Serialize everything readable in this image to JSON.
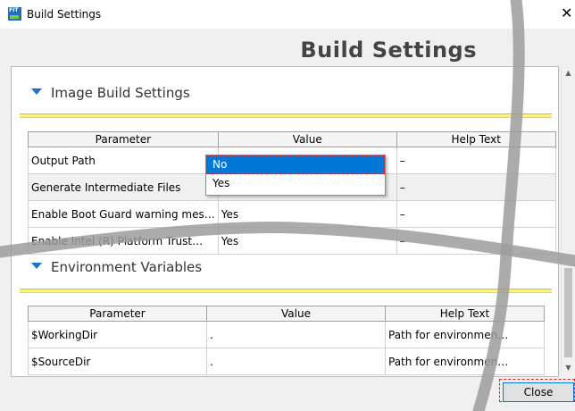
{
  "window": {
    "title": "Build Settings",
    "icon_name": "app-logo-icon",
    "close_glyph": "✕"
  },
  "heading": "Build Settings",
  "image_build": {
    "header": "Image Build Settings",
    "columns": [
      "Parameter",
      "Value",
      "Help Text"
    ],
    "rows": [
      {
        "parameter": "Output Path",
        "value": "",
        "help": "–"
      },
      {
        "parameter": "Generate Intermediate Files",
        "value": "",
        "help": "–"
      },
      {
        "parameter": "Enable Boot Guard warning mes…",
        "value": "Yes",
        "help": "–"
      },
      {
        "parameter": "Enable Intel (R) Platform Trust…",
        "value": "Yes",
        "help": "–"
      }
    ],
    "dropdown_options": [
      "No",
      "Yes"
    ],
    "dropdown_selected": "No"
  },
  "env_vars": {
    "header": "Environment Variables",
    "columns": [
      "Parameter",
      "Value",
      "Help Text"
    ],
    "rows": [
      {
        "parameter": "$WorkingDir",
        "value": ".",
        "help": "Path for environmen…"
      },
      {
        "parameter": "$SourceDir",
        "value": ".",
        "help": "Path for environmen…"
      }
    ]
  },
  "close_button": "Close",
  "colors": {
    "accent": "#0078d7",
    "section_rule": "#fff47a",
    "focus_outline": "#e02020"
  }
}
